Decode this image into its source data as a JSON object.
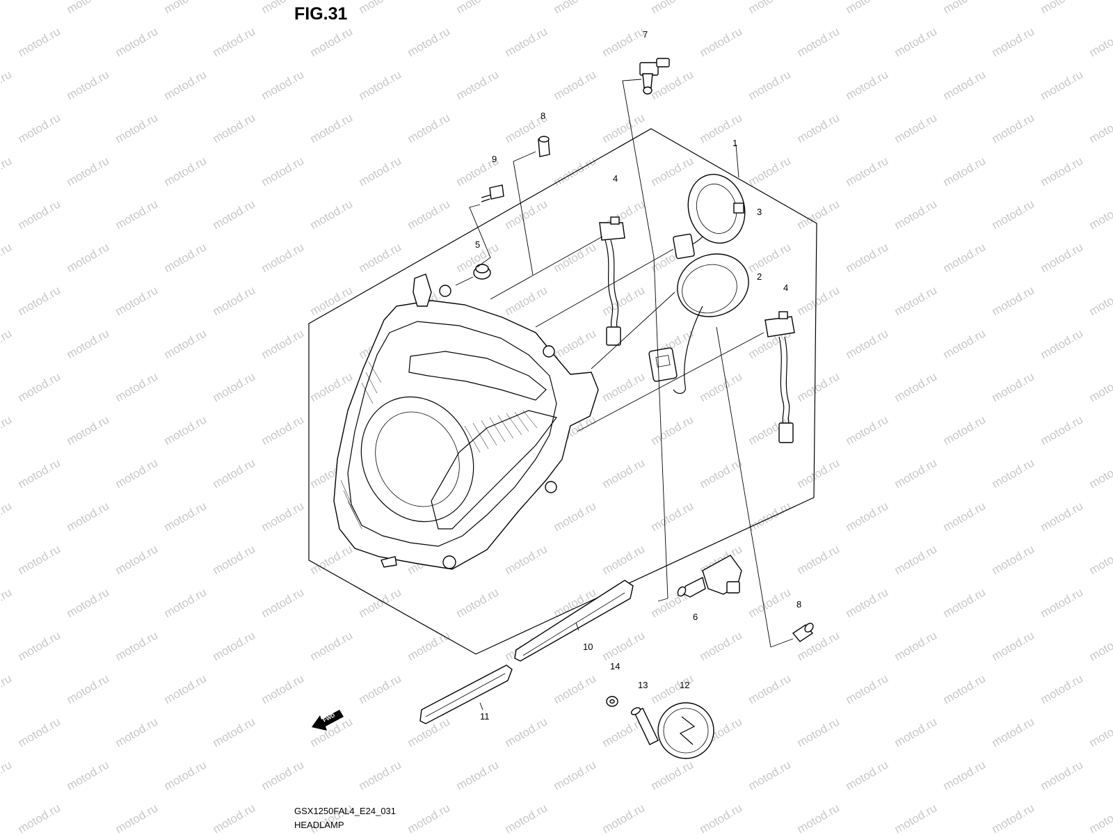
{
  "figure": {
    "number": "FIG.31",
    "model_code": "GSX1250FAL4_E24_031",
    "name": "HEADLAMP",
    "watermark": "motod.ru",
    "direction_label": "FWD"
  },
  "callouts": [
    "1",
    "2",
    "3",
    "4",
    "4",
    "5",
    "6",
    "7",
    "8",
    "8",
    "9",
    "10",
    "11",
    "12",
    "13",
    "14"
  ]
}
